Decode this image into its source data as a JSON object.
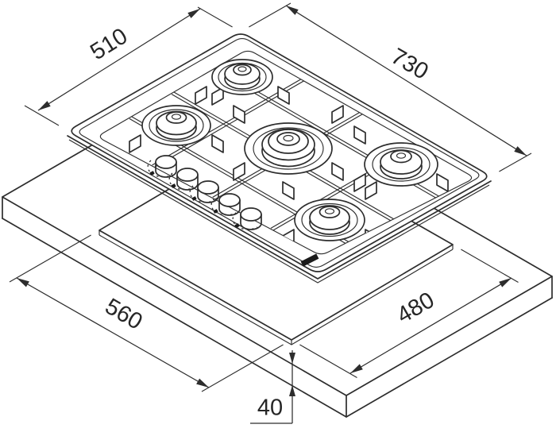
{
  "diagram": {
    "kind": "gas-hob-installation-drawing",
    "colors": {
      "line": "#2d2d2d",
      "background": "#ffffff",
      "logo": "#1b1b1b"
    },
    "hob": {
      "burner_count": 5,
      "knob_count": 5
    },
    "dimensions": {
      "hob_depth": {
        "label": "510"
      },
      "hob_width": {
        "label": "730"
      },
      "cutout_width": {
        "label": "560"
      },
      "cutout_depth": {
        "label": "480"
      },
      "worktop_thickness": {
        "label": "40"
      }
    }
  }
}
